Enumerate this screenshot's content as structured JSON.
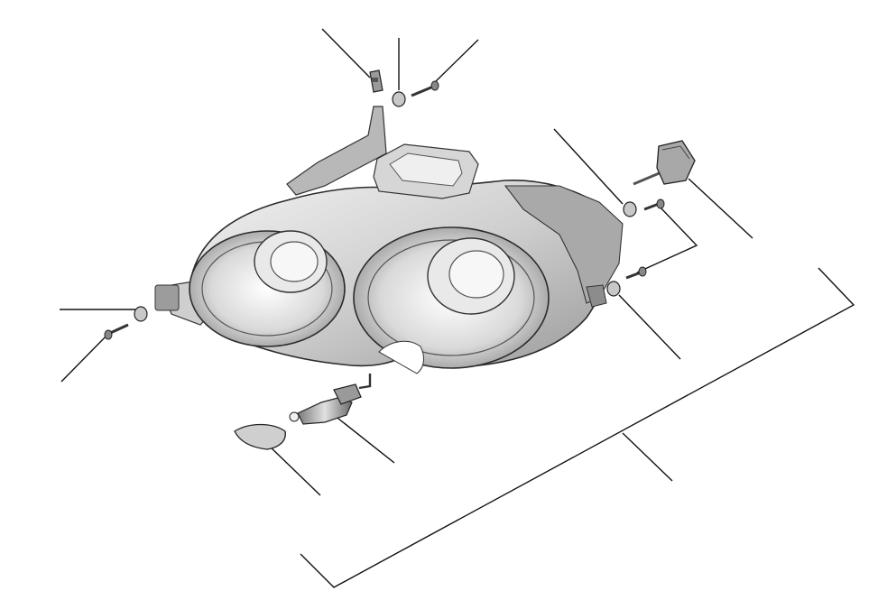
{
  "diagram": {
    "kind": "exploded-parts-view",
    "subject": "headlamp-assembly",
    "background_color": "#ffffff",
    "line_color": "#111111",
    "part_color_light": "#e6e6e6",
    "part_color_mid": "#b5b5b5",
    "part_color_dark": "#555555",
    "parts": [
      {
        "name": "mounting-bracket-clip"
      },
      {
        "name": "washer-top"
      },
      {
        "name": "screw-top"
      },
      {
        "name": "washer-right-upper"
      },
      {
        "name": "screw-right-upper"
      },
      {
        "name": "bulb-igniter"
      },
      {
        "name": "screw-right-lower"
      },
      {
        "name": "washer-right-lower"
      },
      {
        "name": "washer-left"
      },
      {
        "name": "screw-left"
      },
      {
        "name": "headlamp-housing"
      },
      {
        "name": "bulb-socket"
      },
      {
        "name": "cover-cap"
      }
    ],
    "leaders_count": 12,
    "labels": []
  }
}
